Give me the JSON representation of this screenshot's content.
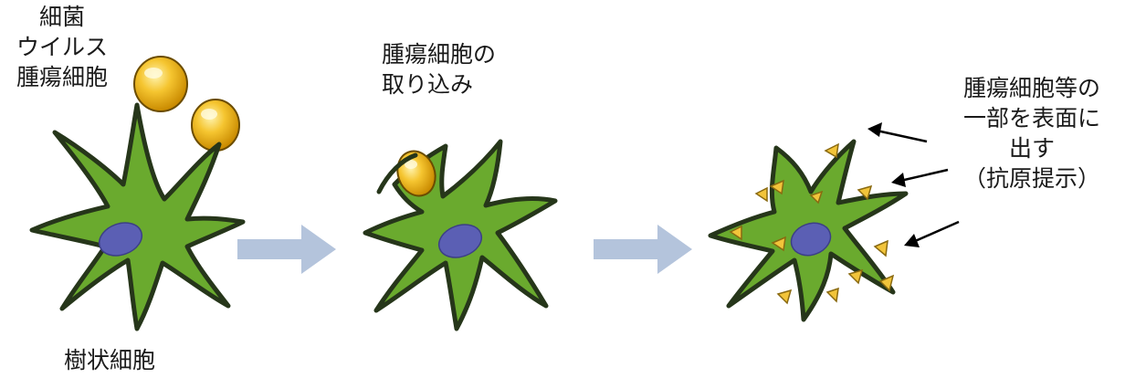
{
  "labels": {
    "pathogens": [
      "細菌",
      "ウイルス",
      "腫瘍細胞"
    ],
    "dendritic_cell": "樹状細胞",
    "uptake": [
      "腫瘍細胞の",
      "取り込み"
    ],
    "presentation": [
      "腫瘍細胞等の",
      "一部を表面に",
      "出す",
      "（抗原提示）"
    ]
  },
  "colors": {
    "cell_body": "#6aaa2e",
    "cell_outline": "#2b3a1a",
    "nucleus": "#5b5fb4",
    "particle": "#f0b820",
    "antigen": "#f2c43a",
    "flow_arrow": "#b4c4dc",
    "pointer_arrow": "#000000"
  }
}
